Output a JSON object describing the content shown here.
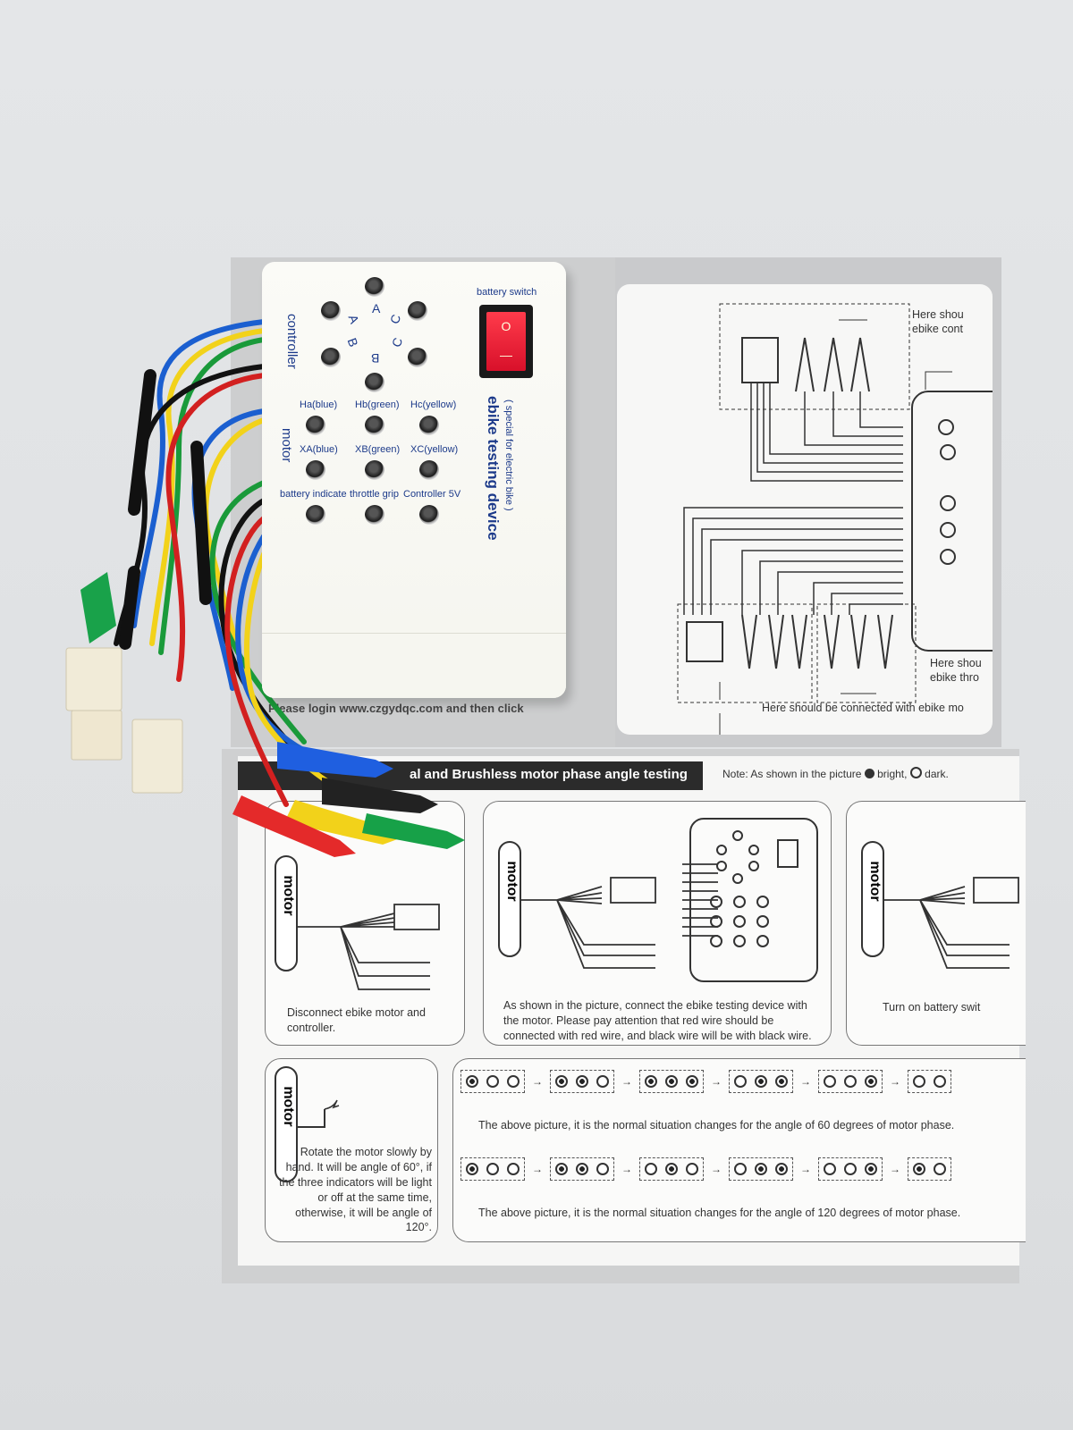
{
  "device": {
    "battery_switch_label": "battery switch",
    "controller_label": "controller",
    "motor_label": "motor",
    "letters": {
      "a1": "A",
      "a2": "A",
      "b1": "B",
      "b2": "B",
      "c1": "C",
      "c2": "C"
    },
    "row1": [
      "Ha(blue)",
      "Hb(green)",
      "Hc(yellow)"
    ],
    "row2": [
      "XA(blue)",
      "XB(green)",
      "XC(yellow)"
    ],
    "row3": [
      "battery indicate",
      "throttle grip",
      "Controller 5V"
    ],
    "title": "ebike testing device",
    "subtitle": "( special for electric bike )",
    "switch_on": "O",
    "switch_off": "—"
  },
  "manual_top": {
    "login_text": "Please login www.czgydqc.com and then click",
    "label_top_right_1": "Here shou",
    "label_top_right_2": "ebike cont",
    "label_bottom_right_1": "Here shou",
    "label_bottom_right_2": "ebike thro",
    "label_bottom": "Here should be connected with ebike mo"
  },
  "manual_bottom": {
    "header": "al and Brushless motor phase angle testing",
    "note": "Note: As shown in the picture",
    "note_bright": "bright,",
    "note_dark": "dark.",
    "motor_label": "motor",
    "step1": "Disconnect ebike motor and controller.",
    "step2": "As shown in the picture, connect the ebike testing device with the motor. Please pay attention that red wire should be connected with red wire, and black wire will be with black wire.",
    "step3": "Turn on battery swit",
    "step4": "Rotate the motor slowly by hand. It will be angle of 60°, if the three indicators will be light or off at the same time, otherwise, it will be angle of 120°.",
    "step5": "The above picture, it is the normal situation changes for the angle of 60 degrees of motor phase.",
    "step6": "The above picture, it is the normal situation changes for the angle of 120 degrees of motor phase."
  }
}
